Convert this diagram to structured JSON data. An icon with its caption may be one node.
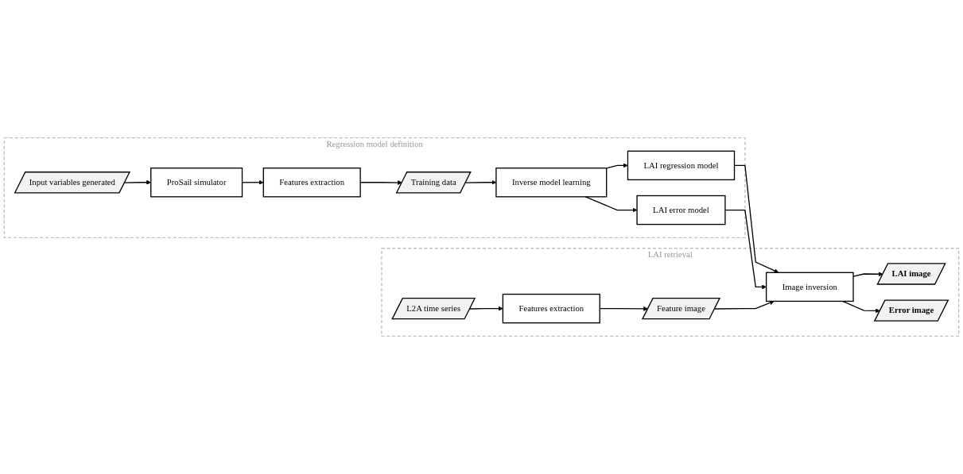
{
  "diagram": {
    "nodes": [
      {
        "text": [
          "Regression model definition"
        ]
      },
      {
        "text": [
          "Input variables generated"
        ],
        "in": 0
      },
      {
        "text": [
          "ProSail simulator"
        ],
        "in": 0
      },
      {
        "text": [
          "Features extraction"
        ],
        "in": 0
      },
      {
        "text": [
          "Training data"
        ],
        "in": 0
      },
      {
        "text": [
          "Inverse model learning"
        ],
        "in": 0
      },
      {
        "text": [
          "LAI regression model"
        ],
        "in": 0
      },
      {
        "text": [
          "LAI error model"
        ],
        "in": 0
      },
      {
        "text": [
          "LAI retrieval"
        ]
      },
      {
        "text": [
          "L2A time series"
        ],
        "in": 8
      },
      {
        "text": [
          "Features extraction"
        ],
        "in": 8
      },
      {
        "text": [
          "Feature image"
        ],
        "in": 8
      },
      {
        "text": [
          "Image inversion"
        ],
        "in": 8
      },
      {
        "text": [
          "LAI image"
        ],
        "in": 8
      },
      {
        "text": [
          "Error image"
        ],
        "in": 8
      }
    ],
    "edges": [
      {
        "from": 1,
        "to": 2,
        "arrow": "to"
      },
      {
        "from": 2,
        "to": 3,
        "arrow": "to"
      },
      {
        "from": 3,
        "to": 4,
        "arrow": "to"
      },
      {
        "from": 4,
        "to": 5,
        "arrow": "to"
      },
      {
        "from": 5,
        "to": 6,
        "arrow": "to"
      },
      {
        "from": 5,
        "to": 7,
        "arrow": "to"
      },
      {
        "from": 6,
        "to": 12,
        "arrow": "to"
      },
      {
        "from": 7,
        "to": 12,
        "arrow": "to"
      },
      {
        "from": 9,
        "to": 10,
        "arrow": "to"
      },
      {
        "from": 10,
        "to": 11,
        "arrow": "to"
      },
      {
        "from": 11,
        "to": 12,
        "arrow": "to"
      },
      {
        "from": 12,
        "to": 13,
        "arrow": "to"
      },
      {
        "from": 12,
        "to": 14,
        "arrow": "to"
      }
    ]
  }
}
